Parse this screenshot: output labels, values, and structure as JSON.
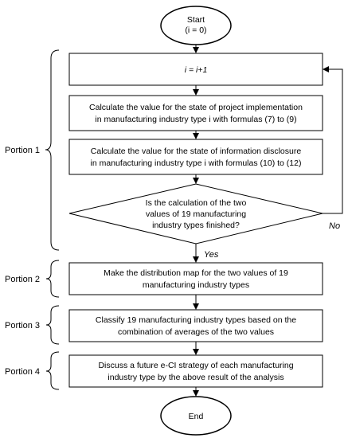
{
  "start": {
    "line1": "Start",
    "line2": "(i = 0)"
  },
  "end": {
    "label": "End"
  },
  "steps": {
    "increment": "i = i+1",
    "calc_project": {
      "line1": "Calculate the value for the state of project implementation",
      "line2": "in manufacturing industry type i with formulas (7) to (9)"
    },
    "calc_disclosure": {
      "line1": "Calculate the value for the state of information disclosure",
      "line2": "in manufacturing industry type i with formulas (10) to (12)"
    },
    "decision": {
      "line1": "Is the calculation of the two",
      "line2": "values of 19 manufacturing",
      "line3": "industry types finished?"
    },
    "distribution": {
      "line1": "Make the distribution map for the two values of 19",
      "line2": "manufacturing industry types"
    },
    "classify": {
      "line1": "Classify 19 manufacturing industry types based on the",
      "line2": "combination of averages of the two values"
    },
    "discuss": {
      "line1": "Discuss a future e-CI strategy of each manufacturing",
      "line2": "industry type by the above result of the analysis"
    }
  },
  "branch_labels": {
    "no": "No",
    "yes": "Yes"
  },
  "portions": {
    "p1": "Portion 1",
    "p2": "Portion 2",
    "p3": "Portion 3",
    "p4": "Portion 4"
  }
}
